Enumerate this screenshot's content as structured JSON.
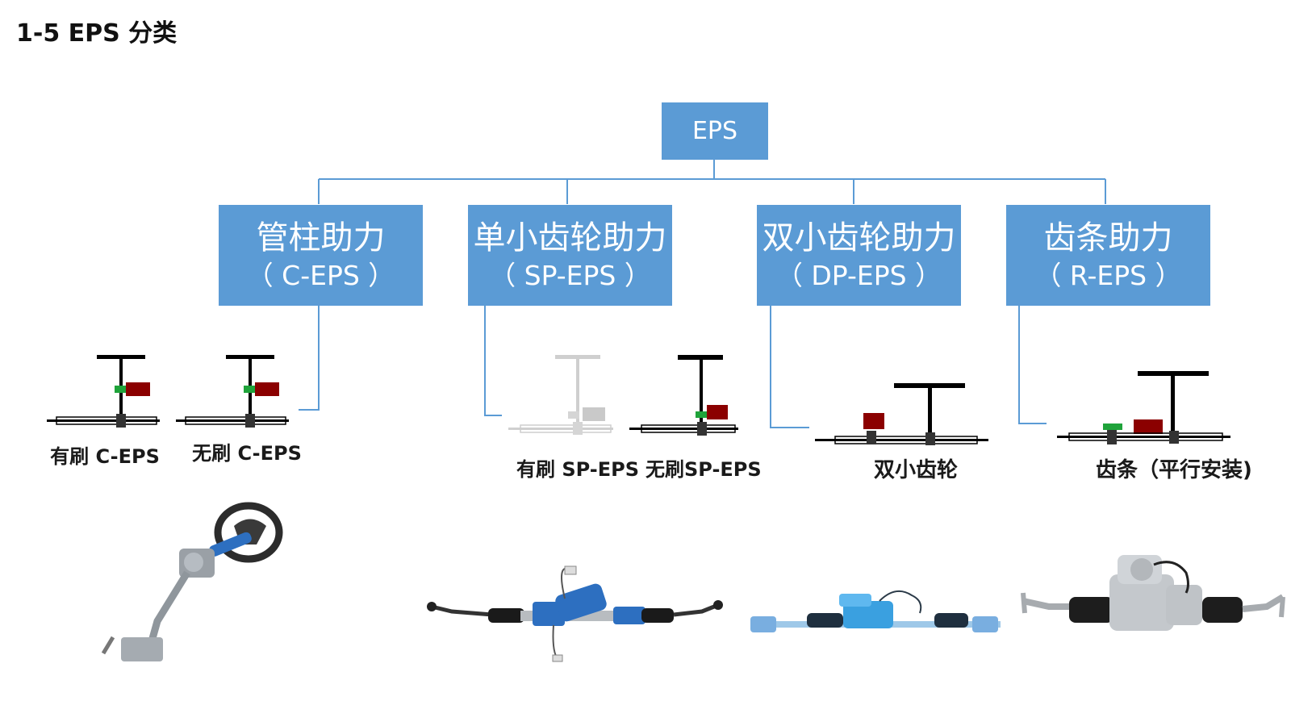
{
  "title": "1-5 EPS 分类",
  "root": {
    "label": "EPS"
  },
  "categories": [
    {
      "main": "管柱助力",
      "sub": "（ C-EPS ）"
    },
    {
      "main": "单小齿轮助力",
      "sub": "（ SP-EPS ）"
    },
    {
      "main": "双小齿轮助力",
      "sub": "（ DP-EPS ）"
    },
    {
      "main": "齿条助力",
      "sub": "（ R-EPS ）"
    }
  ],
  "captions": [
    "有刷 C-EPS",
    "无刷 C-EPS",
    "有刷 SP-EPS",
    "无刷SP-EPS",
    "双小齿轮",
    "齿条（平行安装)"
  ],
  "colors": {
    "box": "#5b9bd5",
    "connector": "#5b9bd5",
    "motor": "#8b0000",
    "sensor": "#1fa33a",
    "part_blue": "#2d6fc0",
    "part_silver": "#b0b4b8"
  }
}
